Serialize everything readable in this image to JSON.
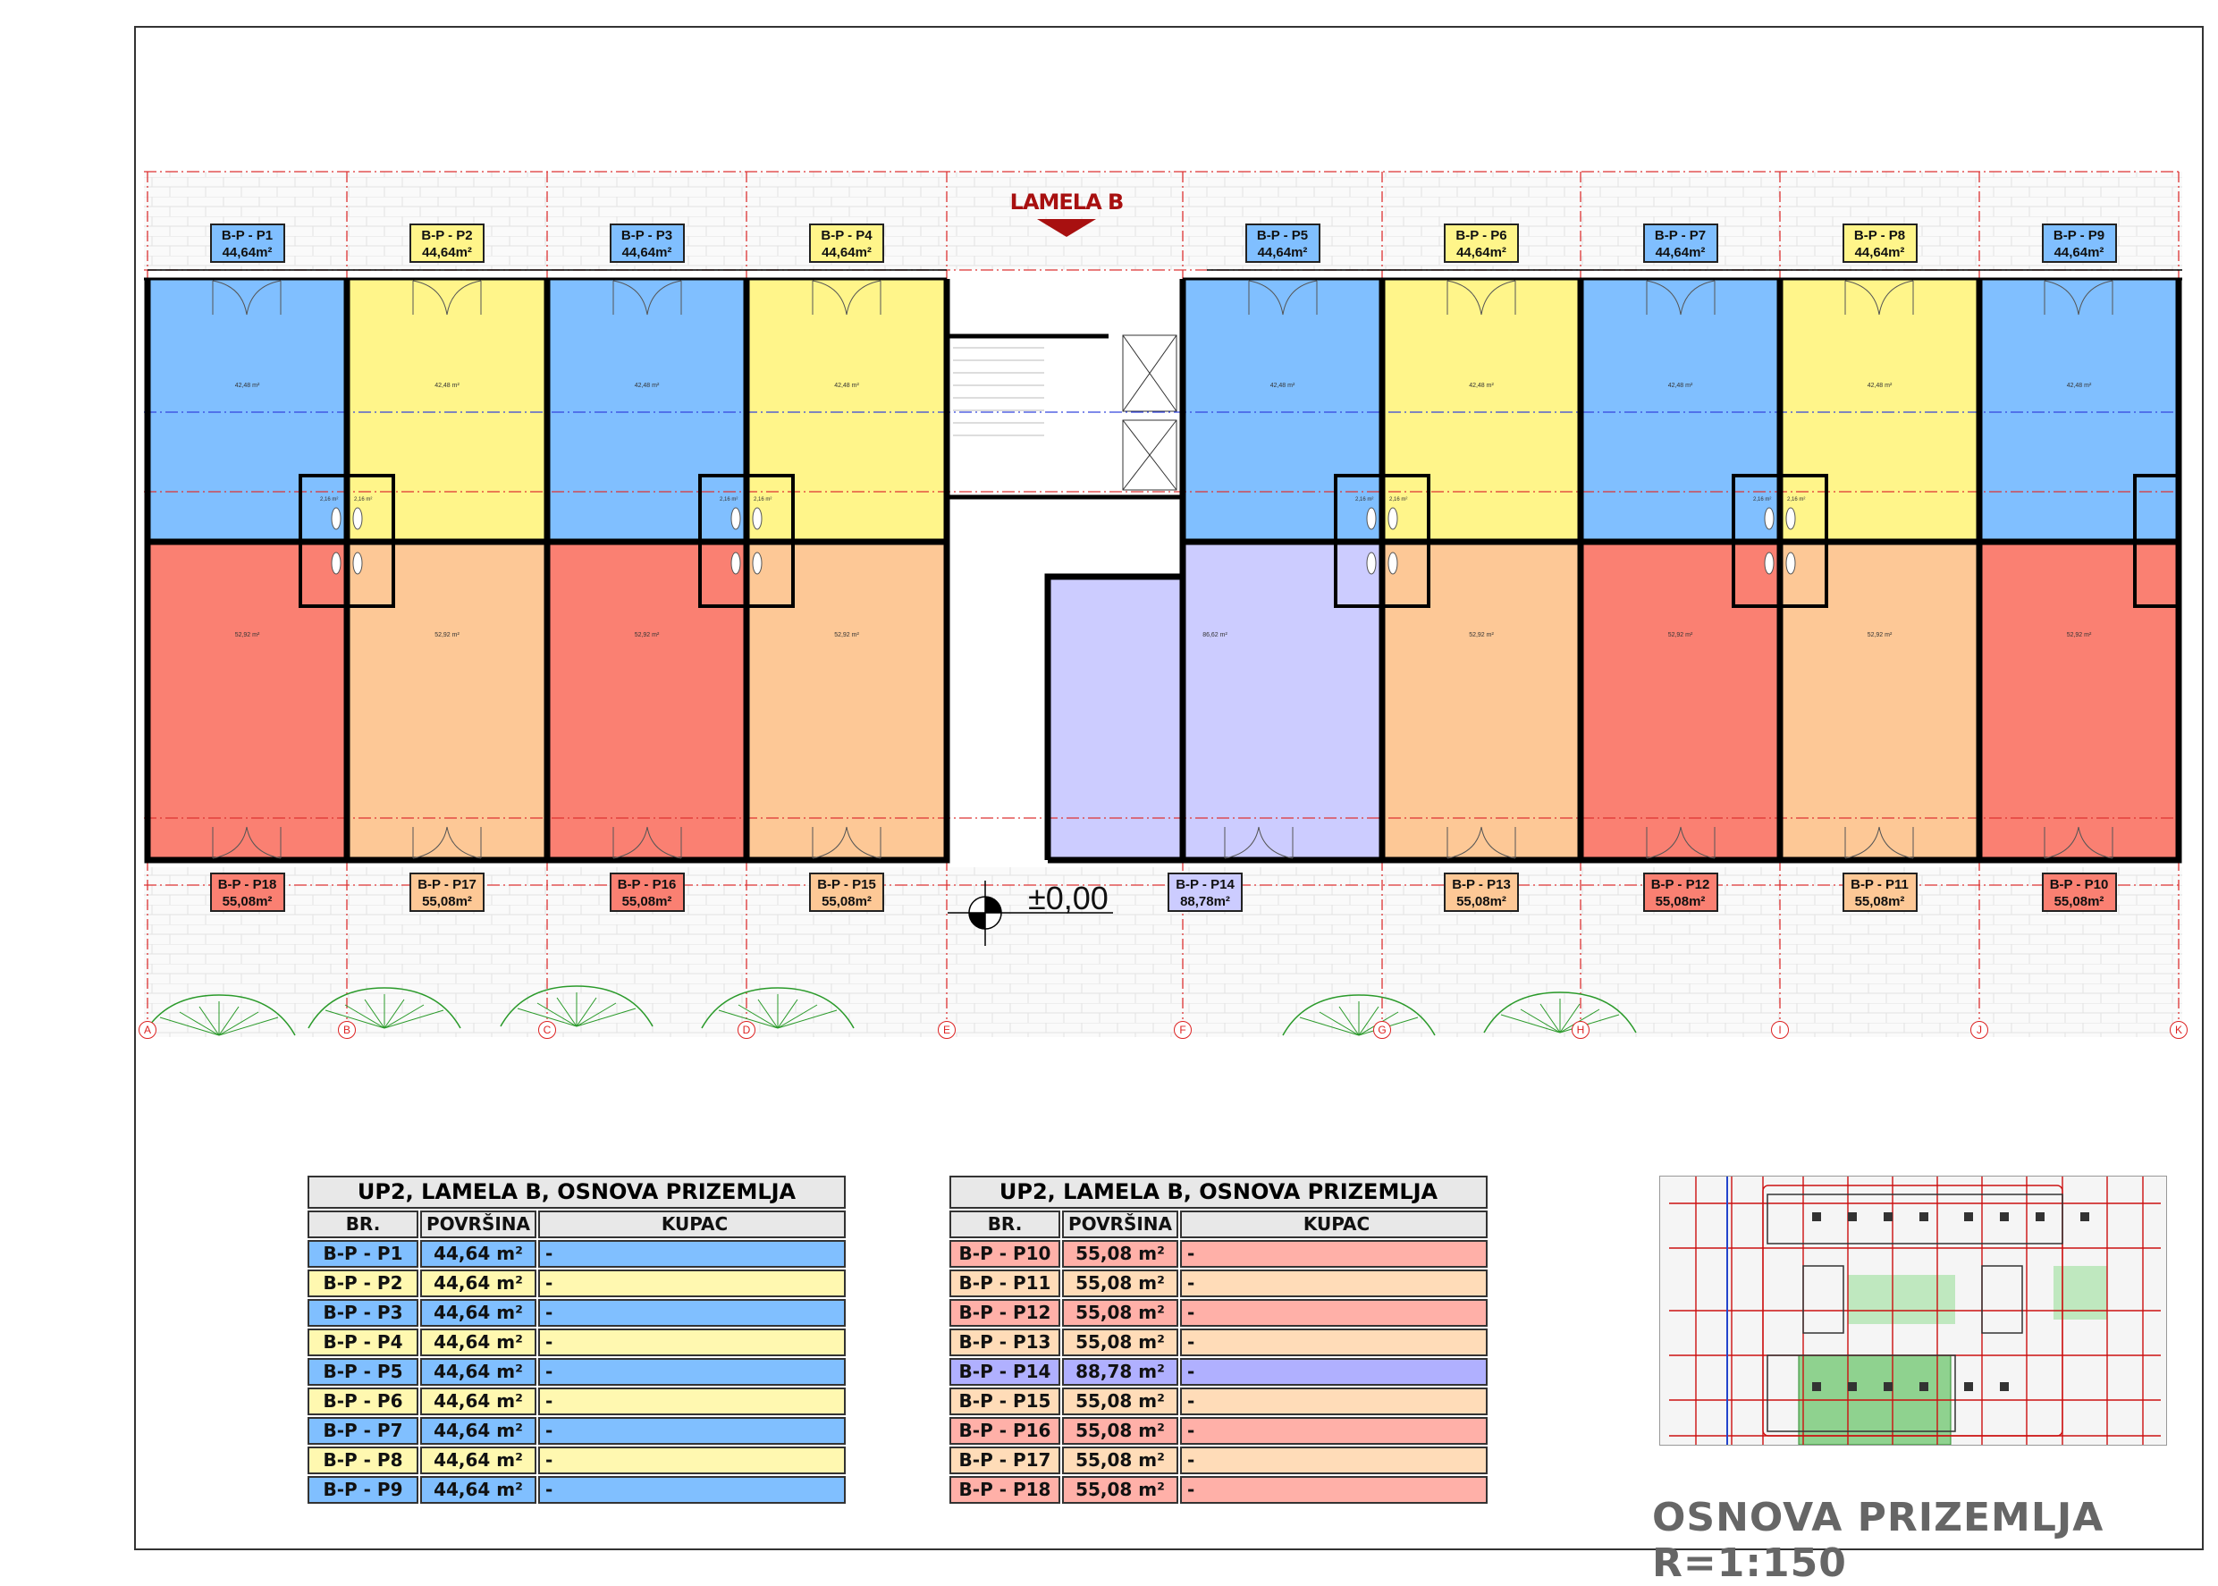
{
  "plan": {
    "lamela_label": "LAMELA B",
    "level_label": "±0,00",
    "grid_axes": [
      "A",
      "B",
      "C",
      "D",
      "E",
      "F",
      "G",
      "H",
      "I",
      "J",
      "K"
    ],
    "toilet_area": "2,16 m²",
    "units": [
      {
        "id": "B-P - P1",
        "area": "44,64m²",
        "room_area": "42,48 m²",
        "color": "#80bfff"
      },
      {
        "id": "B-P - P2",
        "area": "44,64m²",
        "room_area": "42,48 m²",
        "color": "#fff58a"
      },
      {
        "id": "B-P - P3",
        "area": "44,64m²",
        "room_area": "42,48 m²",
        "color": "#80bfff"
      },
      {
        "id": "B-P - P4",
        "area": "44,64m²",
        "room_area": "42,48 m²",
        "color": "#fff58a"
      },
      {
        "id": "B-P - P5",
        "area": "44,64m²",
        "room_area": "42,48 m²",
        "color": "#80bfff"
      },
      {
        "id": "B-P - P6",
        "area": "44,64m²",
        "room_area": "42,48 m²",
        "color": "#fff58a"
      },
      {
        "id": "B-P - P7",
        "area": "44,64m²",
        "room_area": "42,48 m²",
        "color": "#80bfff"
      },
      {
        "id": "B-P - P8",
        "area": "44,64m²",
        "room_area": "42,48 m²",
        "color": "#fff58a"
      },
      {
        "id": "B-P - P9",
        "area": "44,64m²",
        "room_area": "42,48 m²",
        "color": "#80bfff"
      },
      {
        "id": "B-P - P10",
        "area": "55,08m²",
        "room_area": "52,92 m²",
        "color": "#fa8072"
      },
      {
        "id": "B-P - P11",
        "area": "55,08m²",
        "room_area": "52,92 m²",
        "color": "#fdc896"
      },
      {
        "id": "B-P - P12",
        "area": "55,08m²",
        "room_area": "52,92 m²",
        "color": "#fa8072"
      },
      {
        "id": "B-P - P13",
        "area": "55,08m²",
        "room_area": "52,92 m²",
        "color": "#fdc896"
      },
      {
        "id": "B-P - P14",
        "area": "88,78m²",
        "room_area": "86,62 m²",
        "color": "#ccccff"
      },
      {
        "id": "B-P - P15",
        "area": "55,08m²",
        "room_area": "52,92 m²",
        "color": "#fdc896"
      },
      {
        "id": "B-P - P16",
        "area": "55,08m²",
        "room_area": "52,92 m²",
        "color": "#fa8072"
      },
      {
        "id": "B-P - P17",
        "area": "55,08m²",
        "room_area": "52,92 m²",
        "color": "#fdc896"
      },
      {
        "id": "B-P - P18",
        "area": "55,08m²",
        "room_area": "52,92 m²",
        "color": "#fa8072"
      }
    ]
  },
  "tables": [
    {
      "title": "UP2, LAMELA B, OSNOVA PRIZEMLJA",
      "headers": [
        "BR.",
        "POVRŠINA",
        "KUPAC"
      ],
      "rows": [
        {
          "br": "B-P - P1",
          "area": "44,64 m²",
          "kupac": "-",
          "color": "#80bfff"
        },
        {
          "br": "B-P - P2",
          "area": "44,64 m²",
          "kupac": "-",
          "color": "#fff8b0"
        },
        {
          "br": "B-P - P3",
          "area": "44,64 m²",
          "kupac": "-",
          "color": "#80bfff"
        },
        {
          "br": "B-P - P4",
          "area": "44,64 m²",
          "kupac": "-",
          "color": "#fff8b0"
        },
        {
          "br": "B-P - P5",
          "area": "44,64 m²",
          "kupac": "-",
          "color": "#80bfff"
        },
        {
          "br": "B-P - P6",
          "area": "44,64 m²",
          "kupac": "-",
          "color": "#fff8b0"
        },
        {
          "br": "B-P - P7",
          "area": "44,64 m²",
          "kupac": "-",
          "color": "#80bfff"
        },
        {
          "br": "B-P - P8",
          "area": "44,64 m²",
          "kupac": "-",
          "color": "#fff8b0"
        },
        {
          "br": "B-P - P9",
          "area": "44,64 m²",
          "kupac": "-",
          "color": "#80bfff"
        }
      ]
    },
    {
      "title": "UP2, LAMELA B, OSNOVA PRIZEMLJA",
      "headers": [
        "BR.",
        "POVRŠINA",
        "KUPAC"
      ],
      "rows": [
        {
          "br": "B-P - P10",
          "area": "55,08 m²",
          "kupac": "-",
          "color": "#ffb0a8"
        },
        {
          "br": "B-P - P11",
          "area": "55,08 m²",
          "kupac": "-",
          "color": "#ffdcb8"
        },
        {
          "br": "B-P - P12",
          "area": "55,08 m²",
          "kupac": "-",
          "color": "#ffb0a8"
        },
        {
          "br": "B-P - P13",
          "area": "55,08 m²",
          "kupac": "-",
          "color": "#ffdcb8"
        },
        {
          "br": "B-P - P14",
          "area": "88,78 m²",
          "kupac": "-",
          "color": "#b0b0ff"
        },
        {
          "br": "B-P - P15",
          "area": "55,08 m²",
          "kupac": "-",
          "color": "#ffdcb8"
        },
        {
          "br": "B-P - P16",
          "area": "55,08 m²",
          "kupac": "-",
          "color": "#ffb0a8"
        },
        {
          "br": "B-P - P17",
          "area": "55,08 m²",
          "kupac": "-",
          "color": "#ffdcb8"
        },
        {
          "br": "B-P - P18",
          "area": "55,08 m²",
          "kupac": "-",
          "color": "#ffb0a8"
        }
      ]
    }
  ],
  "drawing_title": "OSNOVA PRIZEMLJA R=1:150"
}
